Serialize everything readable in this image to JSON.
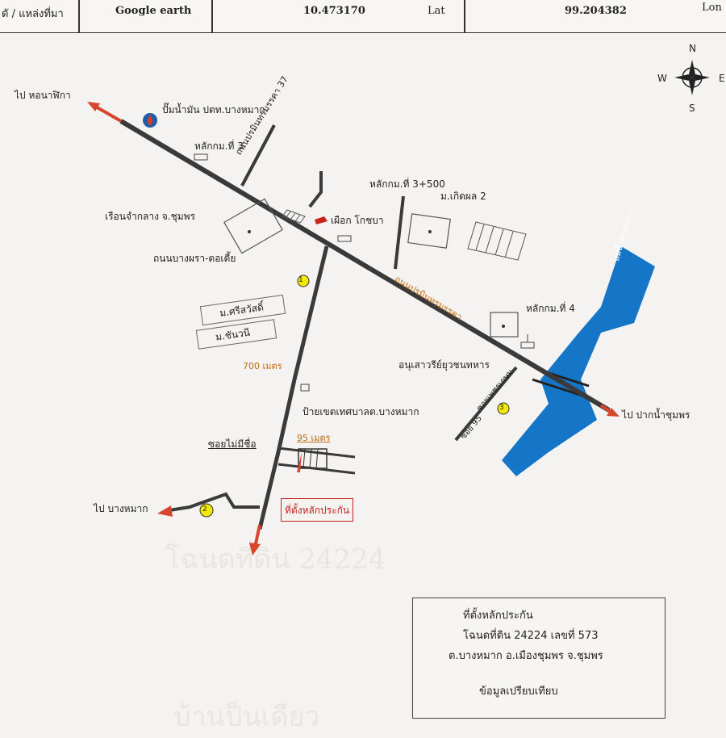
{
  "header": {
    "source_label": "ดั / แหล่งที่มา",
    "source_value": "Google earth",
    "lat_value": "10.473170",
    "lat_label": "Lat",
    "lon_value": "99.204382",
    "lon_label": "Lon"
  },
  "compass": {
    "n": "N",
    "s": "S",
    "e": "E",
    "w": "W"
  },
  "labels": {
    "to_nong_wa_thika": "ไป หอนาฬิกา",
    "gas_station": "ปั๊มน้ำมัน ปตท.บางหมาก",
    "road_37": "ถนนปรมินทรมรรคา 37",
    "km3": "หลักกม.ที่ 3",
    "km3_500": "หลักกม.ที่ 3+500",
    "m_kerd_phon": "ม.เกิดผล 2",
    "prison": "เรือนจำกลาง จ.ชุมพร",
    "phuak_kochaba": "เผือก โกชบา",
    "bang_phra_road": "ถนนบางผรา-ตอเตี้ย",
    "main_road": "ถนนปรมินทรมรรคา",
    "m_sri_sawat": "ม.ศรีสวัสดิ์",
    "m_chanawee": "ม.ชันวนี",
    "distance_700": "700 เมตร",
    "km4": "หลักกม.ที่ 4",
    "monument": "อนุเสาวรีย์ยุวชนทหาร",
    "municipal_sign": "ป้ายเขตเทศบาลต.บางหมาก",
    "soi_mai_mi_chue": "ซอยไม่มีชื่อ",
    "distance_95": "95 เมตร",
    "to_bang_mak": "ไป บางหมาก",
    "collateral_location": "ที่ตั้งหลักประกัน",
    "to_pak_nam": "ไป ปากน้ำชุมพร",
    "river": "แม่น้ำท่าตะเภา",
    "soi_95": "ซอย 95",
    "soi_rd": "ซอยเพชรเกษม"
  },
  "markers": {
    "m1": "1",
    "m2": "2",
    "m3": "3"
  },
  "legend": {
    "item1_title": "ที่ตั้งหลักประกัน",
    "item1_line1": "โฉนดที่ดิน 24224  เลขที่ 573",
    "item1_line2": "ต.บางหมาก  อ.เมืองชุมพร  จ.ชุมพร",
    "item2": "ข้อมูลเปรียบเทียบ",
    "collateral_color": "#d21f1f",
    "comparison_color": "#f2ea00"
  },
  "colors": {
    "road": "#3a3a3a",
    "river": "#1576c8",
    "arrow": "#d8452f"
  }
}
